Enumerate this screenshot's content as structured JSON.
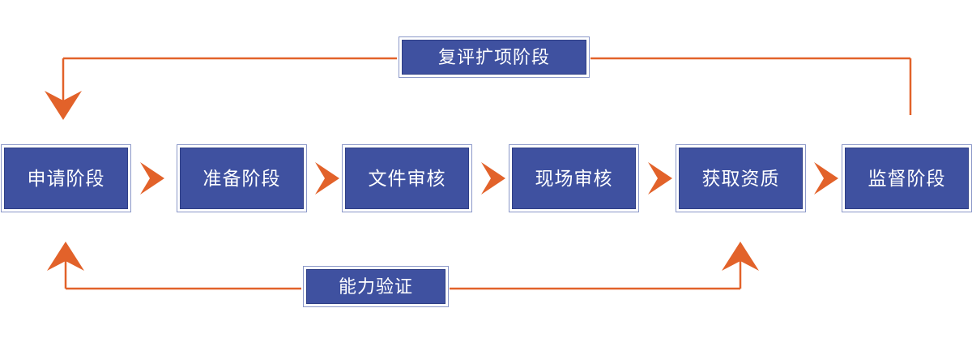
{
  "diagram": {
    "title_boxes": {
      "top": {
        "label": "复评扩项阶段"
      },
      "bottom": {
        "label": "能力验证"
      }
    },
    "stages": [
      {
        "id": "apply",
        "label": "申请阶段"
      },
      {
        "id": "prepare",
        "label": "准备阶段"
      },
      {
        "id": "doc-review",
        "label": "文件审核"
      },
      {
        "id": "site-audit",
        "label": "现场审核"
      },
      {
        "id": "get-cert",
        "label": "获取资质"
      },
      {
        "id": "supervise",
        "label": "监督阶段"
      }
    ],
    "connectors": [
      {
        "id": "reassessment-loop",
        "from": "监督阶段",
        "to": "申请阶段",
        "via": "复评扩项阶段",
        "direction": "right-to-left",
        "arrow": "down"
      },
      {
        "id": "capability-verification-left",
        "from": "能力验证",
        "to": "申请阶段",
        "arrow": "up"
      },
      {
        "id": "capability-verification-right",
        "from": "获取资质",
        "to": "能力验证",
        "arrow": "up"
      }
    ],
    "arrows_between_stages": [
      {
        "id": "chevron-1",
        "between": [
          "申请阶段",
          "准备阶段"
        ]
      },
      {
        "id": "chevron-2",
        "between": [
          "准备阶段",
          "文件审核"
        ]
      },
      {
        "id": "chevron-3",
        "between": [
          "文件审核",
          "现场审核"
        ]
      },
      {
        "id": "chevron-4",
        "between": [
          "现场审核",
          "获取资质"
        ]
      },
      {
        "id": "chevron-5",
        "between": [
          "获取资质",
          "监督阶段"
        ]
      }
    ],
    "colors": {
      "box_fill": "#3f51a0",
      "box_outer_border": "#8a97c8",
      "box_inner_border": "#2f3f86",
      "box_text": "#ffffff",
      "connector_line": "#e2622a",
      "chevron": "#e2622a",
      "background": "#ffffff"
    }
  }
}
